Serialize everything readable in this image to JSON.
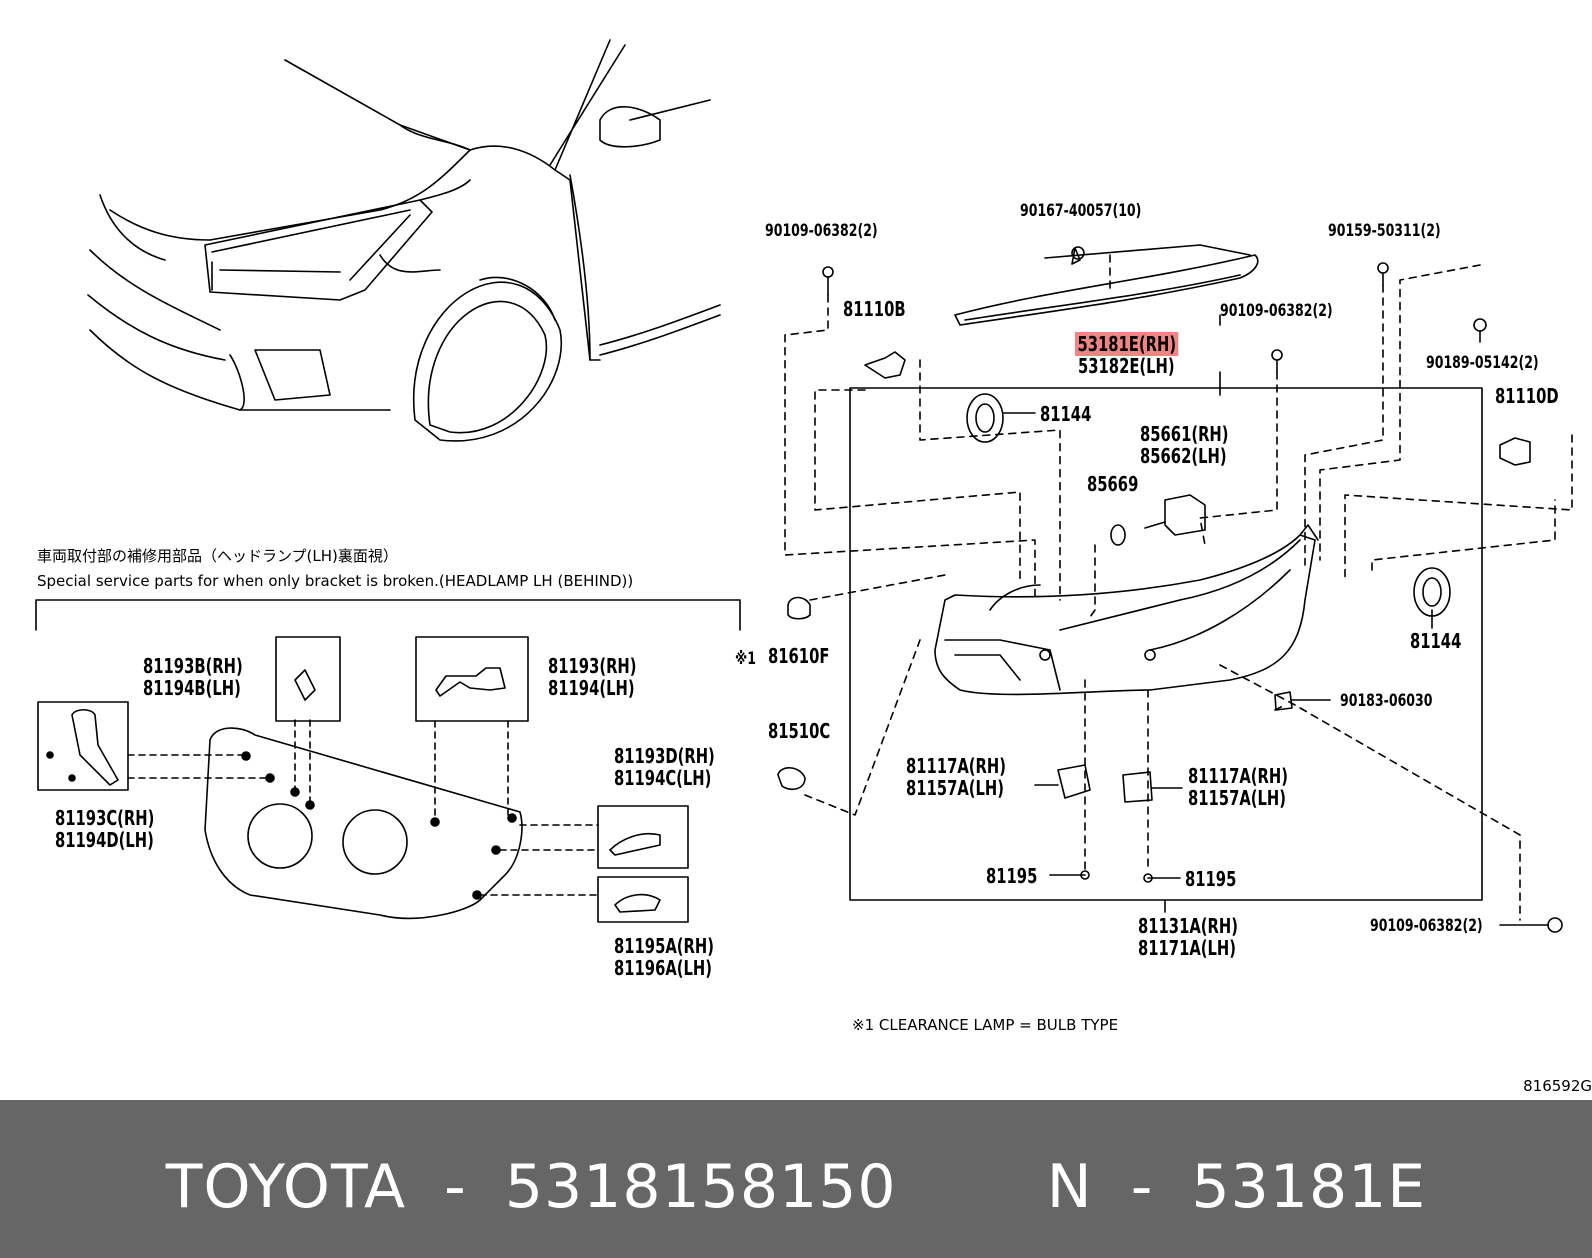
{
  "header_caption_jp": "車両取付部の補修用部品（ヘッドランプ(LH)裏面視）",
  "header_caption_en": "Special service parts for when only bracket is broken.(HEADLAMP LH (BEHIND))",
  "note": "※1 CLEARANCE LAMP = BULB TYPE",
  "note_marker": "※1",
  "drawing_id": "816592G",
  "highlight_color": "#f08585",
  "footer_color": "#666666",
  "footer": {
    "brand": "TOYOTA",
    "sep1": "-",
    "part_number": "5318158150",
    "pos": "N",
    "sep2": "-",
    "ref": "53181E"
  },
  "labels": {
    "p90167": "90167-40057(10)",
    "p90109a": "90109-06382(2)",
    "p90159": "90159-50311(2)",
    "p81110b": "81110B",
    "p53181e": "53181E(RH)",
    "p53182e": "53182E(LH)",
    "p90109b": "90109-06382(2)",
    "p90189": "90189-05142(2)",
    "p81110d": "81110D",
    "p81144a": "81144",
    "p85661": "85661(RH)",
    "p85662": "85662(LH)",
    "p85669": "85669",
    "p81144b": "81144",
    "p81610f": "81610F",
    "p81510c": "81510C",
    "p90183": "90183-06030",
    "p81117a_l": "81117A(RH)",
    "p81157a_l": "81157A(LH)",
    "p81117a_r": "81117A(RH)",
    "p81157a_r": "81157A(LH)",
    "p81195a": "81195",
    "p81195b": "81195",
    "p81131a": "81131A(RH)",
    "p81171a": "81171A(LH)",
    "p90109c": "90109-06382(2)",
    "p81193b": "81193B(RH)",
    "p81194b": "81194B(LH)",
    "p81193": "81193(RH)",
    "p81194": "81194(LH)",
    "p81193c": "81193C(RH)",
    "p81194d": "81194D(LH)",
    "p81193d": "81193D(RH)",
    "p81194c": "81194C(LH)",
    "p81195a_rh": "81195A(RH)",
    "p81196a": "81196A(LH)"
  }
}
